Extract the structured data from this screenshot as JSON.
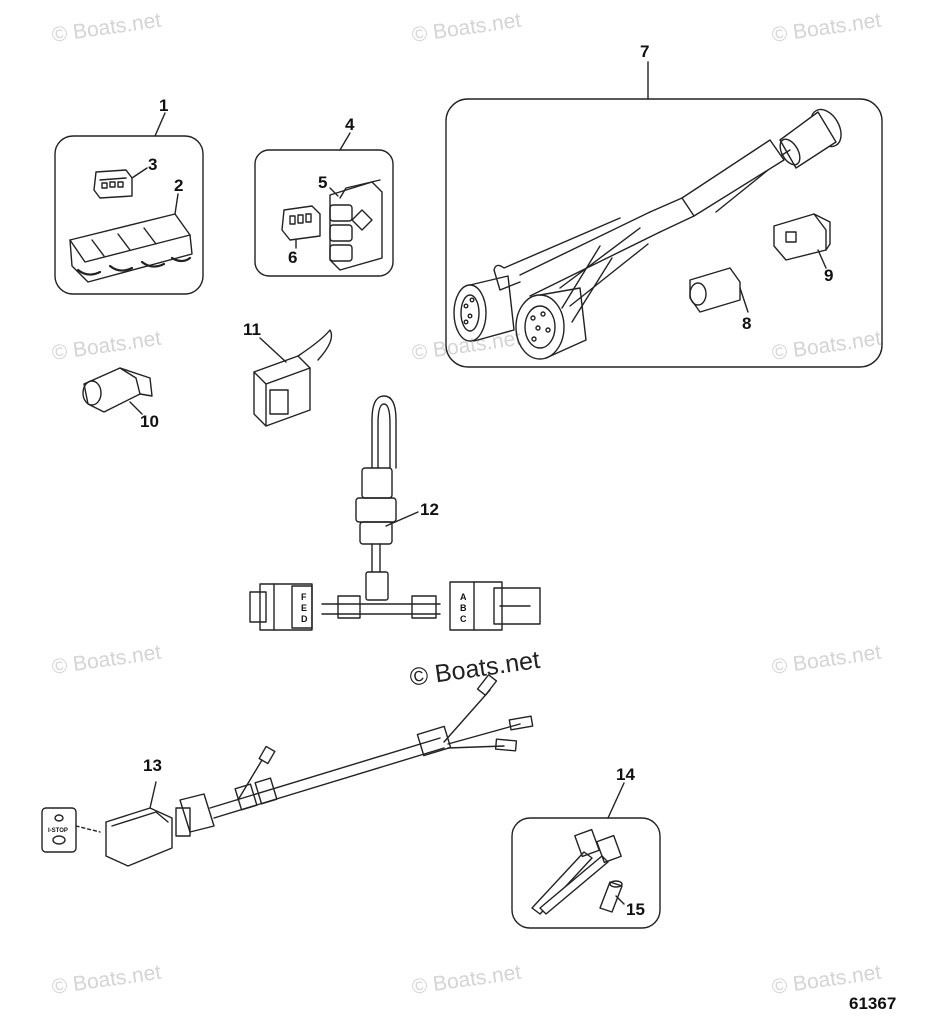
{
  "watermark": {
    "symbol": "©",
    "text": "Boats.net",
    "color": "#d4d4d4",
    "main_color": "#222222"
  },
  "callouts": [
    "1",
    "2",
    "3",
    "4",
    "5",
    "6",
    "7",
    "8",
    "9",
    "10",
    "11",
    "12",
    "13",
    "14",
    "15"
  ],
  "connector_letters": {
    "left": [
      "F",
      "E",
      "D"
    ],
    "right": [
      "A",
      "B",
      "C"
    ]
  },
  "switch_label": "I-STOP",
  "figure_number": "61367"
}
